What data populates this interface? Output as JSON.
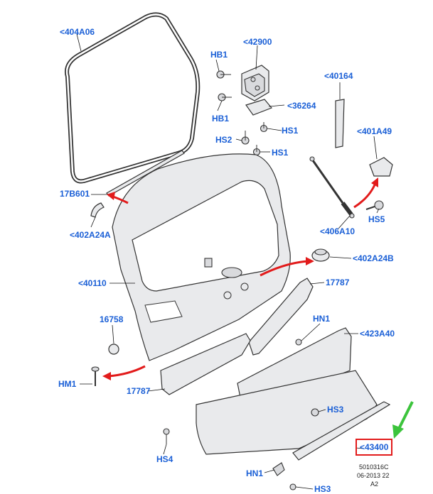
{
  "labels": {
    "p404A06": "<404A06",
    "p42900": "<42900",
    "hb1_top": "HB1",
    "hb1_bottom": "HB1",
    "p36264": "<36264",
    "p40164": "<40164",
    "hs2": "HS2",
    "hs1_a": "HS1",
    "hs1_b": "HS1",
    "p401A49": "<401A49",
    "p17B601": "17B601",
    "hs5": "HS5",
    "p402A24A": "<402A24A",
    "p406A10": "<406A10",
    "p402A24B": "<402A24B",
    "p40110": "<40110",
    "p17787_a": "17787",
    "hn1_a": "HN1",
    "p423A40": "<423A40",
    "p16758": "16758",
    "hm1": "HM1",
    "p17787_b": "17787",
    "hs3_a": "HS3",
    "hs4": "HS4",
    "p43400": "<43400",
    "hn1_b": "HN1",
    "hs3_b": "HS3"
  },
  "footer": {
    "line1": "5010316C",
    "line2": "06-2013 22",
    "line3": "A2"
  },
  "colors": {
    "label": "#1a5fd6",
    "arrow": "#e21b1b",
    "highlight_box": "#e21b1b",
    "pointer": "#3cc43c"
  }
}
